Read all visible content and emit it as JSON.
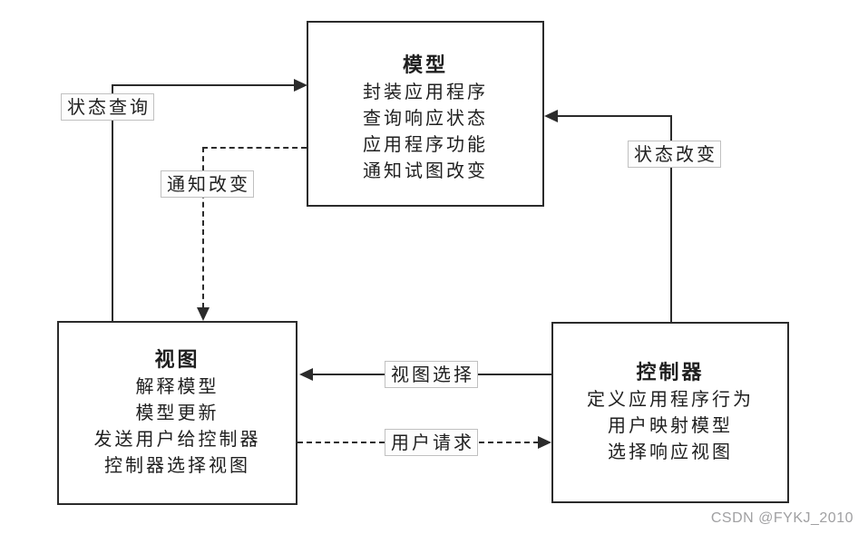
{
  "diagram": {
    "boxes": {
      "model": {
        "title": "模型",
        "lines": [
          "封装应用程序",
          "查询响应状态",
          "应用程序功能",
          "通知试图改变"
        ]
      },
      "view": {
        "title": "视图",
        "lines": [
          "解释模型",
          "模型更新",
          "发送用户给控制器",
          "控制器选择视图"
        ]
      },
      "controller": {
        "title": "控制器",
        "lines": [
          "定义应用程序行为",
          "用户映射模型",
          "选择响应视图"
        ]
      }
    },
    "arrows": [
      {
        "label": "状态查询",
        "from": "view",
        "to": "model",
        "style": "solid"
      },
      {
        "label": "通知改变",
        "from": "model",
        "to": "view",
        "style": "dashed"
      },
      {
        "label": "状态改变",
        "from": "controller",
        "to": "model",
        "style": "solid"
      },
      {
        "label": "视图选择",
        "from": "controller",
        "to": "view",
        "style": "solid"
      },
      {
        "label": "用户请求",
        "from": "view",
        "to": "controller",
        "style": "dashed"
      }
    ],
    "watermark": "CSDN @FYKJ_2010",
    "colors": {
      "background": "#ffffff",
      "line": "#2b2b2b",
      "text": "#1f1f1f",
      "label_border": "#c0c0c0",
      "watermark": "#a0a0a2"
    }
  }
}
